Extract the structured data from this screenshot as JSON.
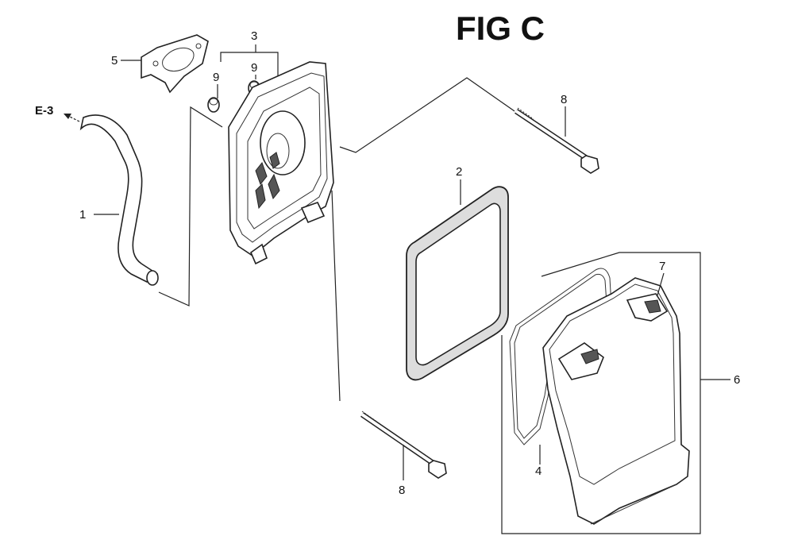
{
  "figure": {
    "title": "FIG C",
    "reference_label": "E-3"
  },
  "callouts": {
    "part_1": "1",
    "part_2": "2",
    "part_3": "3",
    "part_4": "4",
    "part_5": "5",
    "part_6": "6",
    "part_7": "7",
    "part_8_upper": "8",
    "part_8_lower": "8",
    "part_9_left": "9",
    "part_9_right": "9"
  }
}
